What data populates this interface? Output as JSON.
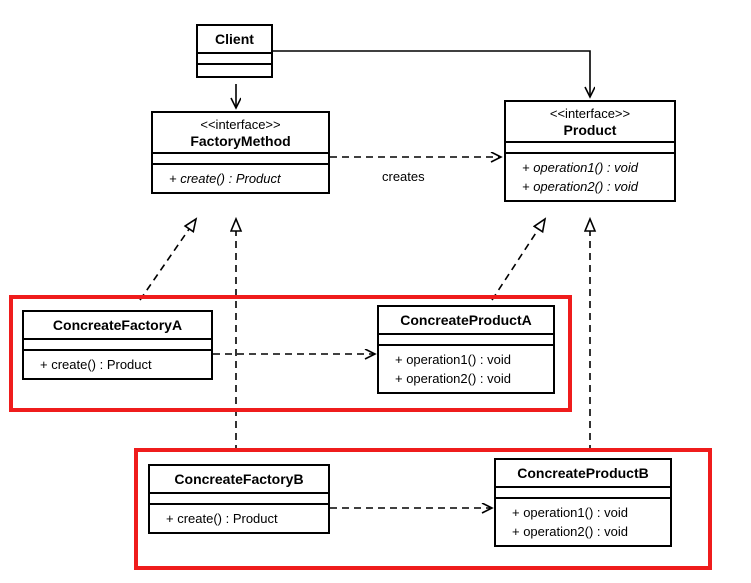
{
  "diagram": {
    "title": "Factory Method UML class diagram",
    "colors": {
      "line": "#000000",
      "box_fill": "#ffffff",
      "highlight": "#ef1c1c",
      "background": "#ffffff"
    },
    "classes": {
      "client": {
        "name": "Client",
        "stereotype": "",
        "attributes": [],
        "operations": []
      },
      "factory_method": {
        "name": "FactoryMethod",
        "stereotype": "<<interface>>",
        "attributes": [],
        "operations": [
          "+ create() : Product"
        ]
      },
      "product": {
        "name": "Product",
        "stereotype": "<<interface>>",
        "attributes": [],
        "operations": [
          "+ operation1() : void",
          "+ operation2() : void"
        ]
      },
      "concreate_factory_a": {
        "name": "ConcreateFactoryA",
        "stereotype": "",
        "attributes": [],
        "operations": [
          "+ create() : Product"
        ]
      },
      "concreate_product_a": {
        "name": "ConcreateProductA",
        "stereotype": "",
        "attributes": [],
        "operations": [
          "+ operation1() : void",
          "+ operation2() : void"
        ]
      },
      "concreate_factory_b": {
        "name": "ConcreateFactoryB",
        "stereotype": "",
        "attributes": [],
        "operations": [
          "+ create() : Product"
        ]
      },
      "concreate_product_b": {
        "name": "ConcreateProductB",
        "stereotype": "",
        "attributes": [],
        "operations": [
          "+ operation1() : void",
          "+ operation2() : void"
        ]
      }
    },
    "edges": {
      "creates_label": "creates"
    },
    "highlights": [
      {
        "name": "variant-a",
        "label": ""
      },
      {
        "name": "variant-b",
        "label": ""
      }
    ]
  }
}
